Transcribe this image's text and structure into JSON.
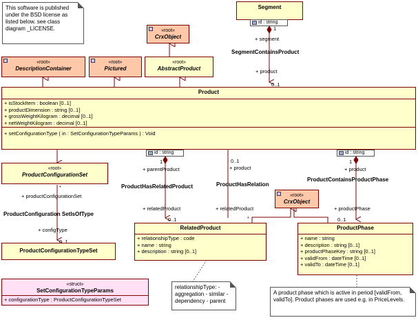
{
  "notes": {
    "license": "This software is published under the BSD license as listed below. see class diagram _LICENSE.",
    "relationship_type": "relationshipType: - aggregation - similar - dependency - parent",
    "product_phase": "A product phase which is active in period [validFrom, validTo]. Product phases are used e.g. in PriceLevels."
  },
  "classes": {
    "segment": {
      "name": "Segment"
    },
    "crx_top": {
      "stereotype": "«root»",
      "name": "CrxObject"
    },
    "description_container": {
      "stereotype": "«root»",
      "name": "DescriptionContainer"
    },
    "pictured": {
      "stereotype": "«root»",
      "name": "Pictured"
    },
    "abstract_product": {
      "stereotype": "«root»",
      "name": "AbstractProduct"
    },
    "product": {
      "name": "Product",
      "attributes": [
        "+ isStockItem : boolean [0..1]",
        "+ productDimension : string [0..1]",
        "+ grossWeightKilogram : decimal [0..1]",
        "+ netWeightKilogram : decimal [0..1]"
      ],
      "operations": [
        "+ setConfigurationType ( in : SetConfigurationTypeParams ) : Void"
      ]
    },
    "product_configuration_set": {
      "stereotype": "«root»",
      "name": "ProductConfigurationSet"
    },
    "product_configuration_type_set": {
      "name": "ProductConfigurationTypeSet"
    },
    "related_product": {
      "name": "RelatedProduct",
      "attributes": [
        "+ relationshipType : code",
        "+ name : string",
        "+ description : string [0..1]"
      ]
    },
    "crx_mid": {
      "stereotype": "«root»",
      "name": "CrxObject"
    },
    "product_phase": {
      "name": "ProductPhase",
      "attributes": [
        "+ name : string",
        "+ description : string [0..1]",
        "+ productPhaseKey : string [0..1]",
        "+ validFrom : dateTime [0..1]",
        "+ validTo : dateTime [0..1]"
      ]
    },
    "set_config_params": {
      "stereotype": "«struct»",
      "name": "SetConfigurationTypeParams",
      "attributes": [
        "+ configurationType : ProductConfigurationTypeSet"
      ]
    }
  },
  "qualifiers": {
    "segment_id": "id : string",
    "product_id_left": "id : string",
    "product_id_right": "id : string"
  },
  "associations": {
    "segment_contains_product": {
      "name": "SegmentContainsProduct",
      "top_mult": "1",
      "top_role": "+ segment",
      "bottom_role": "+ product",
      "bottom_mult": "0..1"
    },
    "product_has_related_product": {
      "name": "ProductHasRelatedProduct",
      "top_mult": "1",
      "top_role": "+ parentProduct",
      "bottom_role": "+ relatedProduct",
      "bottom_mult": "0..1"
    },
    "product_has_relation": {
      "name": "ProductHasRelation",
      "top_mult": "0..1",
      "top_role": "+ product",
      "bottom_role": "+ relatedProduct",
      "bottom_mult": "*"
    },
    "product_contains_product_phase": {
      "name": "ProductContainsProductPhase",
      "top_mult": "1",
      "top_role": "+ product",
      "bottom_role": "+ productPhase",
      "bottom_mult": "0..1"
    },
    "product_configuration_sets_of_type": {
      "name": "ProductConfiguration SetIsOfType",
      "top_mult": "*",
      "top_role": "+ productConfigurationSet",
      "bottom_role": "+ configType",
      "bottom_mult": "0..1"
    }
  }
}
